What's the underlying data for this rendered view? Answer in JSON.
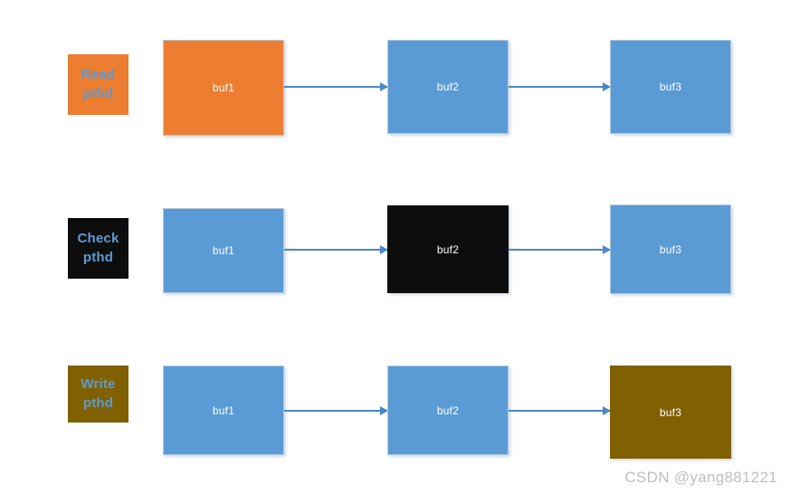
{
  "diagram": {
    "title": "Thread buffer pipeline diagram",
    "background_color": "#FFFFFF",
    "palette": {
      "orange": "#ED7D31",
      "blue": "#5B9BD5",
      "black": "#0D0D0D",
      "olive": "#806000",
      "arrow": "#4A87C6",
      "label_text_blue": "#5B9BD5",
      "box_text_white": "#FFFFFF",
      "watermark_gray": "#BFBFBF"
    },
    "rows": [
      {
        "id": "row-read",
        "label": {
          "line1": "Read",
          "line2": "pthd",
          "fill": "#ED7D31",
          "text_color": "#5B9BD5"
        },
        "boxes": [
          {
            "id": "read-buf1",
            "text": "buf1",
            "fill": "#ED7D31",
            "text_color": "#FFFFFF"
          },
          {
            "id": "read-buf2",
            "text": "buf2",
            "fill": "#5B9BD5",
            "text_color": "#FFFFFF"
          },
          {
            "id": "read-buf3",
            "text": "buf3",
            "fill": "#5B9BD5",
            "text_color": "#FFFFFF"
          }
        ],
        "arrows": [
          {
            "id": "read-arrow-1",
            "from": "buf1",
            "to": "buf2"
          },
          {
            "id": "read-arrow-2",
            "from": "buf2",
            "to": "buf3"
          }
        ]
      },
      {
        "id": "row-check",
        "label": {
          "line1": "Check",
          "line2": "pthd",
          "fill": "#0D0D0D",
          "text_color": "#5B9BD5"
        },
        "boxes": [
          {
            "id": "check-buf1",
            "text": "buf1",
            "fill": "#5B9BD5",
            "text_color": "#FFFFFF"
          },
          {
            "id": "check-buf2",
            "text": "buf2",
            "fill": "#0D0D0D",
            "text_color": "#FFFFFF"
          },
          {
            "id": "check-buf3",
            "text": "buf3",
            "fill": "#5B9BD5",
            "text_color": "#FFFFFF"
          }
        ],
        "arrows": [
          {
            "id": "check-arrow-1",
            "from": "buf1",
            "to": "buf2"
          },
          {
            "id": "check-arrow-2",
            "from": "buf2",
            "to": "buf3"
          }
        ]
      },
      {
        "id": "row-write",
        "label": {
          "line1": "Write",
          "line2": "pthd",
          "fill": "#806000",
          "text_color": "#5B9BD5"
        },
        "boxes": [
          {
            "id": "write-buf1",
            "text": "buf1",
            "fill": "#5B9BD5",
            "text_color": "#FFFFFF"
          },
          {
            "id": "write-buf2",
            "text": "buf2",
            "fill": "#5B9BD5",
            "text_color": "#FFFFFF"
          },
          {
            "id": "write-buf3",
            "text": "buf3",
            "fill": "#806000",
            "text_color": "#FFFFFF"
          }
        ],
        "arrows": [
          {
            "id": "write-arrow-1",
            "from": "buf1",
            "to": "buf2"
          },
          {
            "id": "write-arrow-2",
            "from": "buf2",
            "to": "buf3"
          }
        ]
      }
    ]
  },
  "watermark": {
    "text": "CSDN @yang881221"
  }
}
